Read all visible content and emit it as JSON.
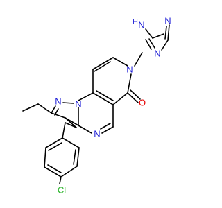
{
  "structure": {
    "atoms": {
      "n_triazole_h": "N",
      "h_triazole": "H",
      "n_triazole_top": "N",
      "n_triazole_right": "N",
      "n_pyridinone": "N",
      "o_carbonyl": "O",
      "n_pyrazole_left": "N",
      "n_pyrazole_bridge": "N",
      "n_pyrimidine": "N",
      "cl_substituent": "Cl"
    }
  },
  "colors": {
    "bond": "#000000",
    "nitrogen": "#1f1fd6",
    "oxygen": "#e60000",
    "chlorine": "#1fb01f"
  }
}
